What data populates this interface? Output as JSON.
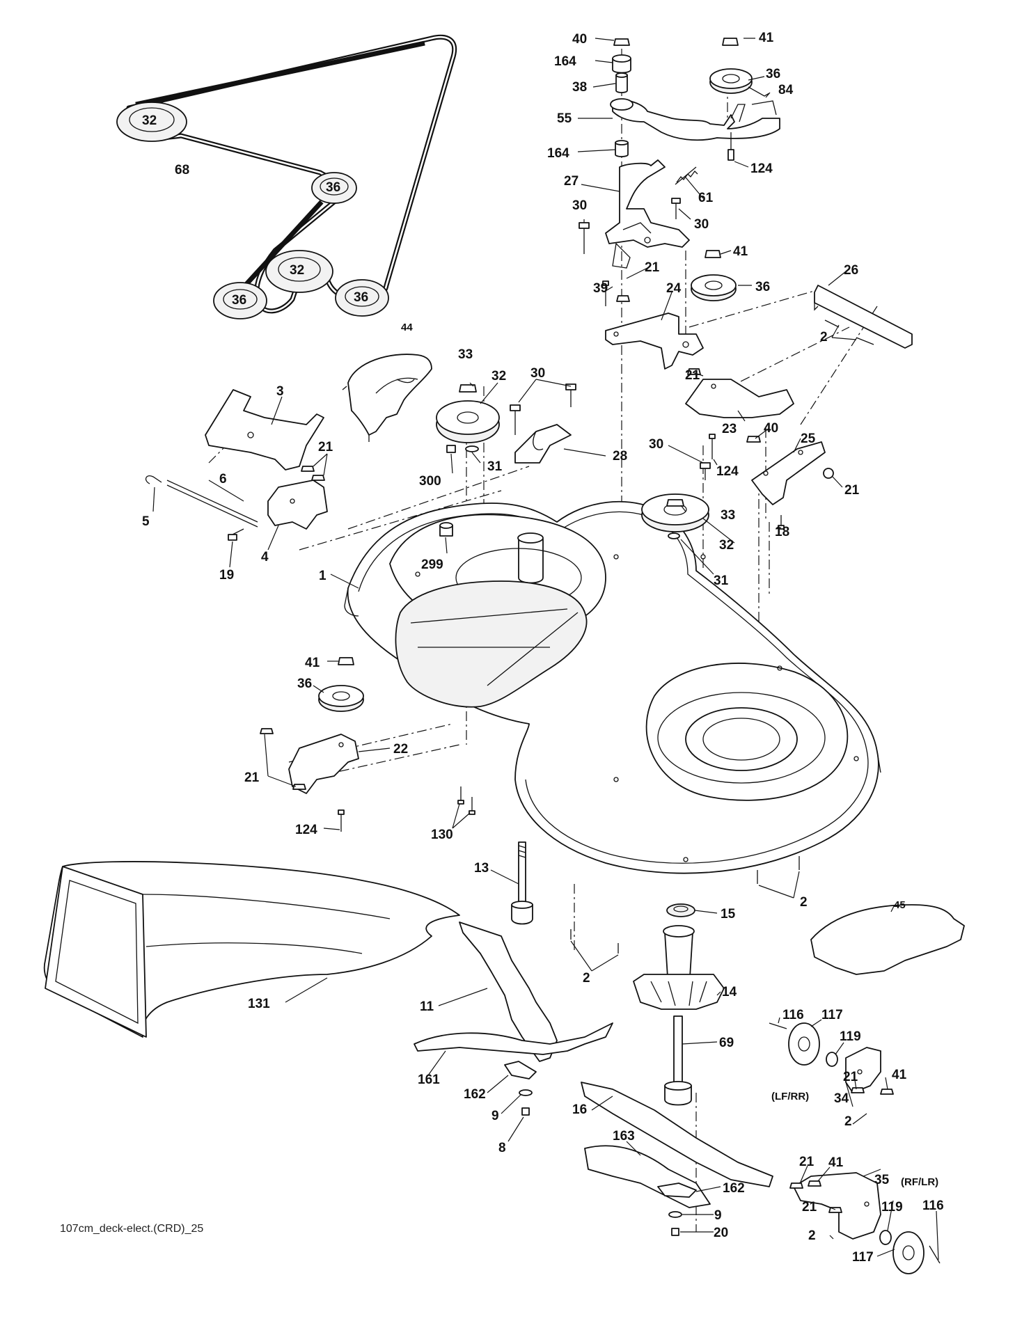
{
  "caption": "107cm_deck-elect.(CRD)_25",
  "belt_diagram": {
    "pulleys": [
      "32",
      "36",
      "32",
      "36",
      "36"
    ]
  },
  "callouts": [
    "40",
    "41",
    "164",
    "36",
    "38",
    "84",
    "55",
    "164",
    "124",
    "27",
    "61",
    "30",
    "30",
    "41",
    "21",
    "39",
    "24",
    "36",
    "26",
    "2",
    "44",
    "33",
    "32",
    "30",
    "3",
    "21",
    "23",
    "21",
    "40",
    "25",
    "30",
    "124",
    "21",
    "31",
    "300",
    "28",
    "6",
    "5",
    "33",
    "4",
    "18",
    "32",
    "299",
    "31",
    "19",
    "1",
    "41",
    "36",
    "22",
    "21",
    "124",
    "130",
    "2",
    "13",
    "15",
    "2",
    "45",
    "131",
    "11",
    "14",
    "116",
    "117",
    "119",
    "69",
    "161",
    "21",
    "41",
    "162",
    "34",
    "16",
    "9",
    "2",
    "8",
    "163",
    "21",
    "41",
    "35",
    "162",
    "21",
    "119",
    "116",
    "9",
    "2",
    "117",
    "20"
  ],
  "annotations": {
    "lf_rr": "(LF/RR)",
    "rf_lr": "(RF/LR)"
  }
}
